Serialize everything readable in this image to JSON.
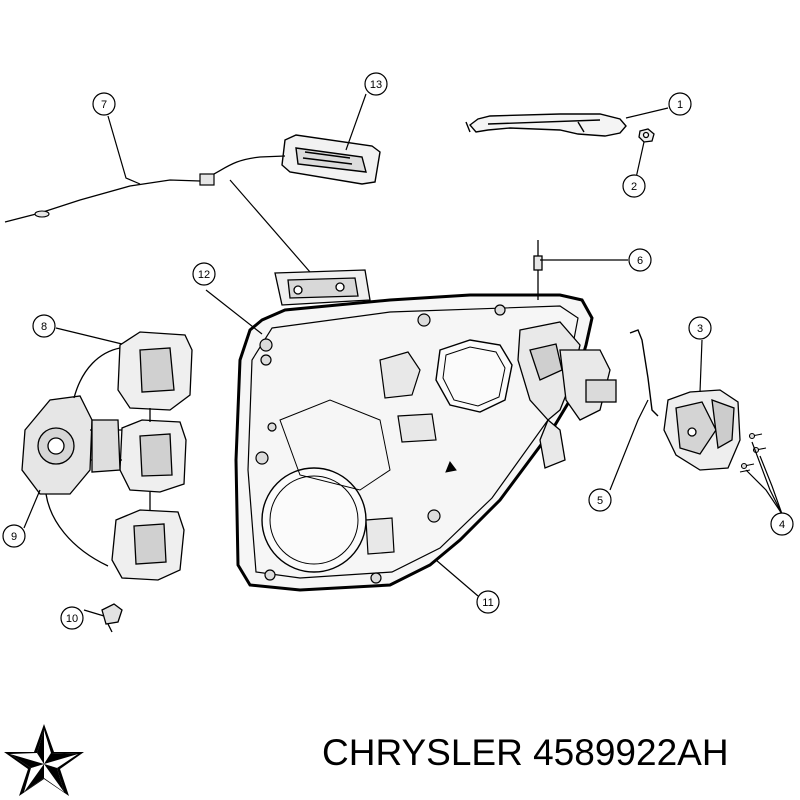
{
  "diagram": {
    "callouts": [
      "1",
      "2",
      "3",
      "4",
      "5",
      "6",
      "7",
      "8",
      "9",
      "10",
      "11",
      "12",
      "13"
    ]
  },
  "footer": {
    "brand": "CHRYSLER",
    "part_number": "4589922AH",
    "logo_icon": "pentastar-star-icon"
  },
  "colors": {
    "ink": "#000000",
    "background": "#ffffff",
    "part_fill": "#f2f2f2",
    "part_shade": "#d9d9d9"
  }
}
